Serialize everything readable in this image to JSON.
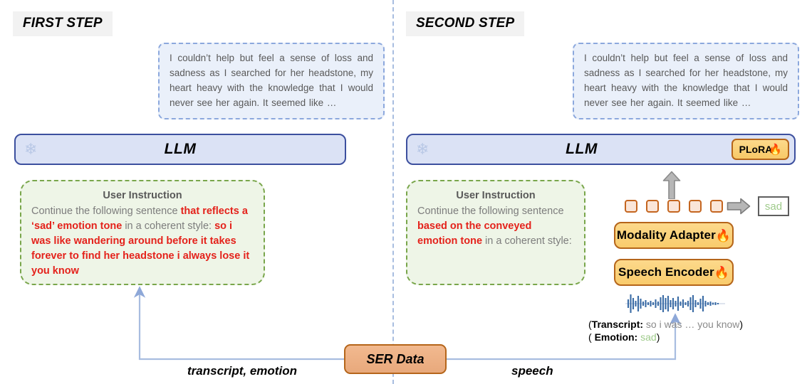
{
  "diagram": {
    "title": "Two-step speech emotion LLM training pipeline",
    "colors": {
      "divider": "#a8bde0",
      "llm_fill": "#dbe2f5",
      "llm_border": "#3c4f9e",
      "instruction_fill": "#eef5e7",
      "instruction_border": "#79a64b",
      "output_fill": "#eaf0fa",
      "output_border": "#8ca8dd",
      "module_fill": "#f9cb6c",
      "module_border": "#b5651a",
      "ser_fill": "#e8a97c",
      "highlight_red": "#e4221b",
      "emotion_green": "#9fcb8b",
      "waveform_blue": "#3a6ba5",
      "connector_blue": "#a8bde0",
      "arrow_gray": "#9a9a9a"
    }
  },
  "steps": {
    "first": {
      "header": "FIRST STEP",
      "llm": {
        "label": "LLM",
        "frozen_icon": "snowflake-icon"
      },
      "instruction": {
        "title": "User Instruction",
        "segments": [
          {
            "text": "Continue the following sentence ",
            "style": "plain"
          },
          {
            "text": "that reflects a ‘sad’ emotion tone",
            "style": "red"
          },
          {
            "text": " in a coherent style: ",
            "style": "plain"
          },
          {
            "text": "so i was like wandering around before it takes forever to find her headstone i always lose it you know",
            "style": "red"
          }
        ]
      },
      "output": "I couldn’t help but feel a sense of loss and sadness as I searched for her headstone, my heart heavy with the knowledge that I would never see her again. It seemed like …"
    },
    "second": {
      "header": "SECOND STEP",
      "llm": {
        "label": "LLM",
        "frozen_icon": "snowflake-icon",
        "adapter_badge": "PLoRA",
        "adapter_badge_icon": "flame-icon"
      },
      "instruction": {
        "title": "User Instruction",
        "segments": [
          {
            "text": "Continue the following sentence ",
            "style": "plain"
          },
          {
            "text": "based on the conveyed emotion tone",
            "style": "red"
          },
          {
            "text": " in a coherent style:",
            "style": "plain"
          }
        ]
      },
      "output": "I couldn’t help but feel a sense of loss and sadness as I searched for her headstone, my heart heavy with the knowledge that I would never see her again. It seemed like …",
      "modules": [
        {
          "label": "Modality Adapter",
          "icon": "flame-icon"
        },
        {
          "label": "Speech Encoder",
          "icon": "flame-icon"
        }
      ],
      "tokens": {
        "count": 5,
        "name": "speech-token"
      },
      "classifier_output": "sad",
      "waveform_icon": "audio-waveform-icon",
      "caption": {
        "transcript_open_paren": "(",
        "transcript_label": "Transcript:",
        "transcript_value": "so i was … you know",
        "transcript_close_paren": ")",
        "emotion_open_paren": "(",
        "emotion_label": "Emotion:",
        "emotion_value": "sad",
        "emotion_close_paren": ")"
      }
    }
  },
  "data_source": {
    "label": "SER Data",
    "left_edge_label": "transcript, emotion",
    "right_edge_label": "speech"
  }
}
